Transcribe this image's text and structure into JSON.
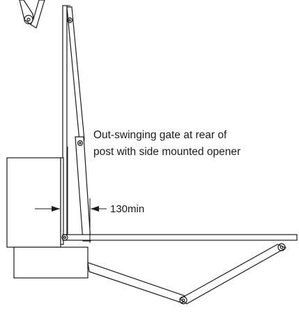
{
  "annotation": {
    "line1": "Out-swinging gate at rear of",
    "line2": "post with side mounted opener"
  },
  "dimension": {
    "label": "130min"
  }
}
